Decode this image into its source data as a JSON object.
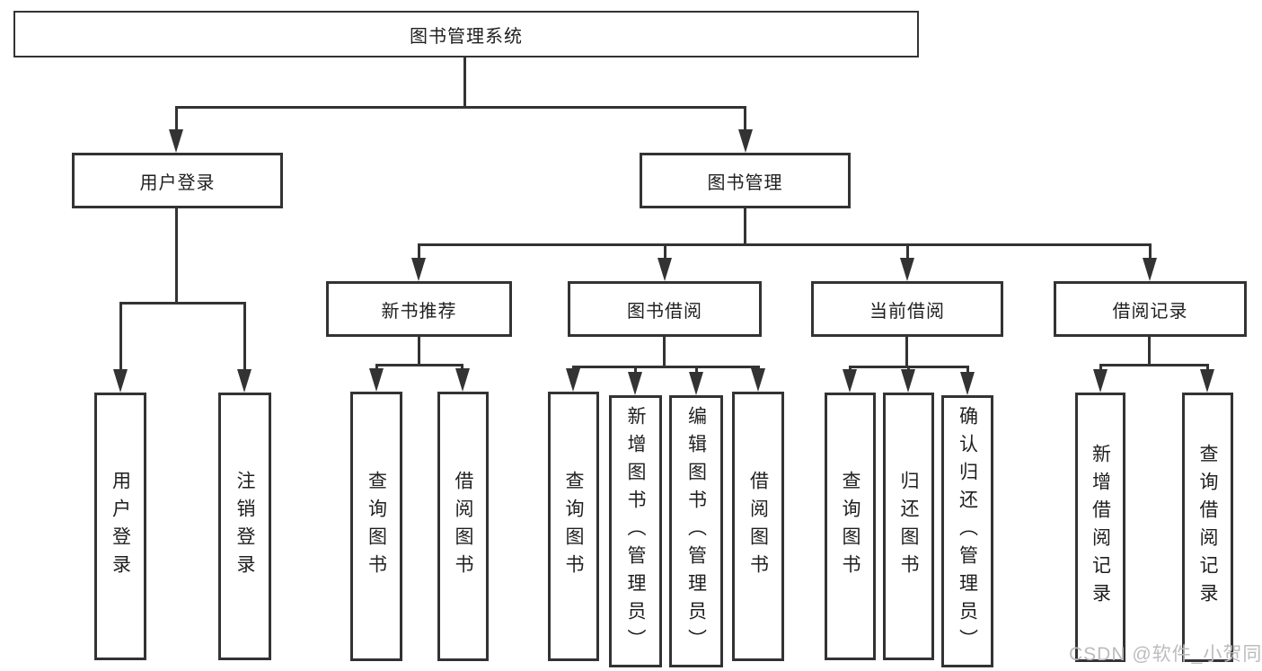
{
  "diagram": {
    "root": {
      "label": "图书管理系统"
    },
    "branches": {
      "login": {
        "label": "用户登录",
        "children": [
          {
            "label": "用户登录"
          },
          {
            "label": "注销登录"
          }
        ]
      },
      "management": {
        "label": "图书管理",
        "sections": [
          {
            "label": "新书推荐",
            "children": [
              {
                "label": "查询图书"
              },
              {
                "label": "借阅图书"
              }
            ]
          },
          {
            "label": "图书借阅",
            "children": [
              {
                "label": "查询图书"
              },
              {
                "label": "新增图书（管理员）"
              },
              {
                "label": "编辑图书（管理员）"
              },
              {
                "label": "借阅图书"
              }
            ]
          },
          {
            "label": "当前借阅",
            "children": [
              {
                "label": "查询图书"
              },
              {
                "label": "归还图书"
              },
              {
                "label": "确认归还（管理员）"
              }
            ]
          },
          {
            "label": "借阅记录",
            "children": [
              {
                "label": "新增借阅记录"
              },
              {
                "label": "查询借阅记录"
              }
            ]
          }
        ]
      }
    }
  },
  "watermark": {
    "text": "CSDN @软件_小贺同学"
  },
  "colors": {
    "line": "#333333",
    "text": "#1f1f1f",
    "watermark": "#bcbcbc",
    "background": "#ffffff"
  }
}
